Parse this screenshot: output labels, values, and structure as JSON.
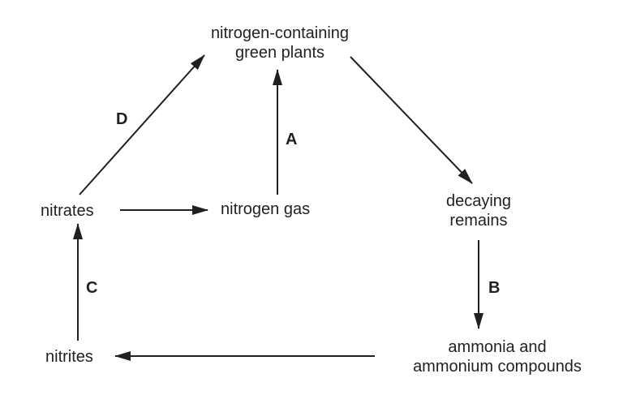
{
  "nodes": {
    "plants": [
      "nitrogen-containing",
      "green plants"
    ],
    "nitrates": "nitrates",
    "nitrogen_gas": "nitrogen gas",
    "decaying": [
      "decaying",
      "remains"
    ],
    "ammonia": [
      "ammonia and",
      "ammonium compounds"
    ],
    "nitrites": "nitrites"
  },
  "labels": {
    "A": "A",
    "B": "B",
    "C": "C",
    "D": "D"
  }
}
